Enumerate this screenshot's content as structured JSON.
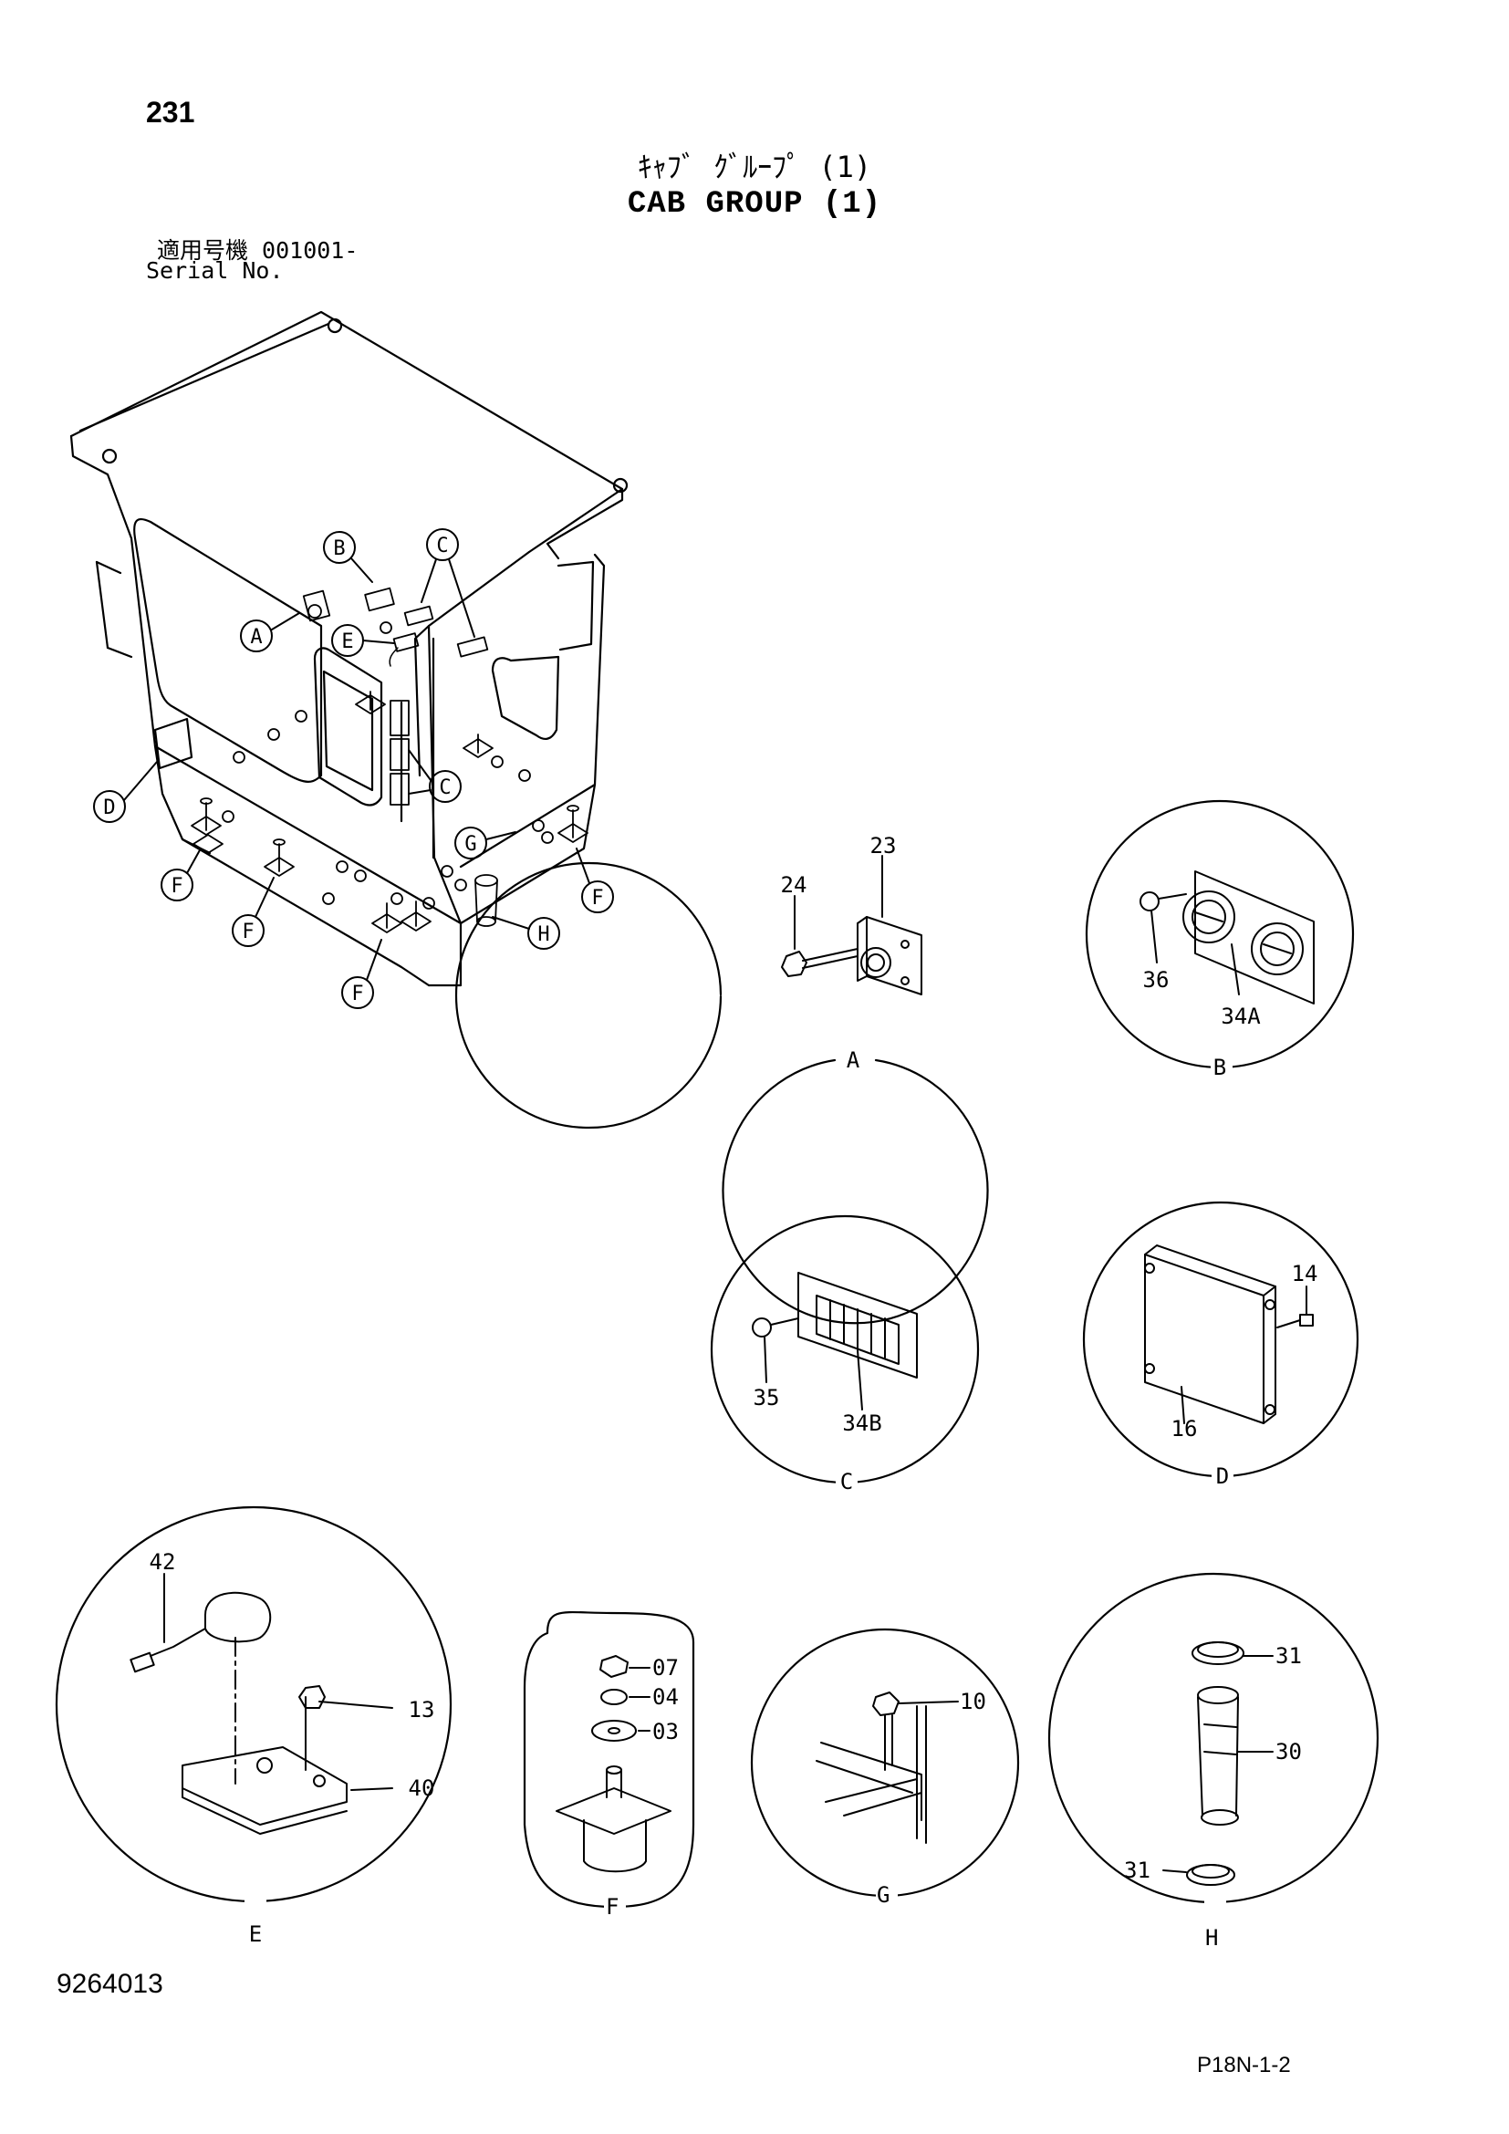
{
  "header": {
    "page_number": "231",
    "title_jp": "ｷｬﾌﾞ ｸﾞﾙｰﾌﾟ (1)",
    "title_en": "CAB GROUP (1)",
    "serial_jp": "適用号機  001001-",
    "serial_en": "Serial No."
  },
  "callouts": {
    "A": "A",
    "B": "B",
    "C": "C",
    "D": "D",
    "E": "E",
    "F": "F",
    "G": "G",
    "H": "H"
  },
  "parts": {
    "p23": "23",
    "p24": "24",
    "p36": "36",
    "p34A": "34A",
    "p35": "35",
    "p34B": "34B",
    "p14": "14",
    "p16": "16",
    "p42": "42",
    "p13": "13",
    "p40": "40",
    "p07": "07",
    "p04": "04",
    "p03": "03",
    "p10": "10",
    "p31": "31",
    "p30": "30"
  },
  "footer": {
    "doc_number": "9264013",
    "page_code": "P18N-1-2"
  }
}
